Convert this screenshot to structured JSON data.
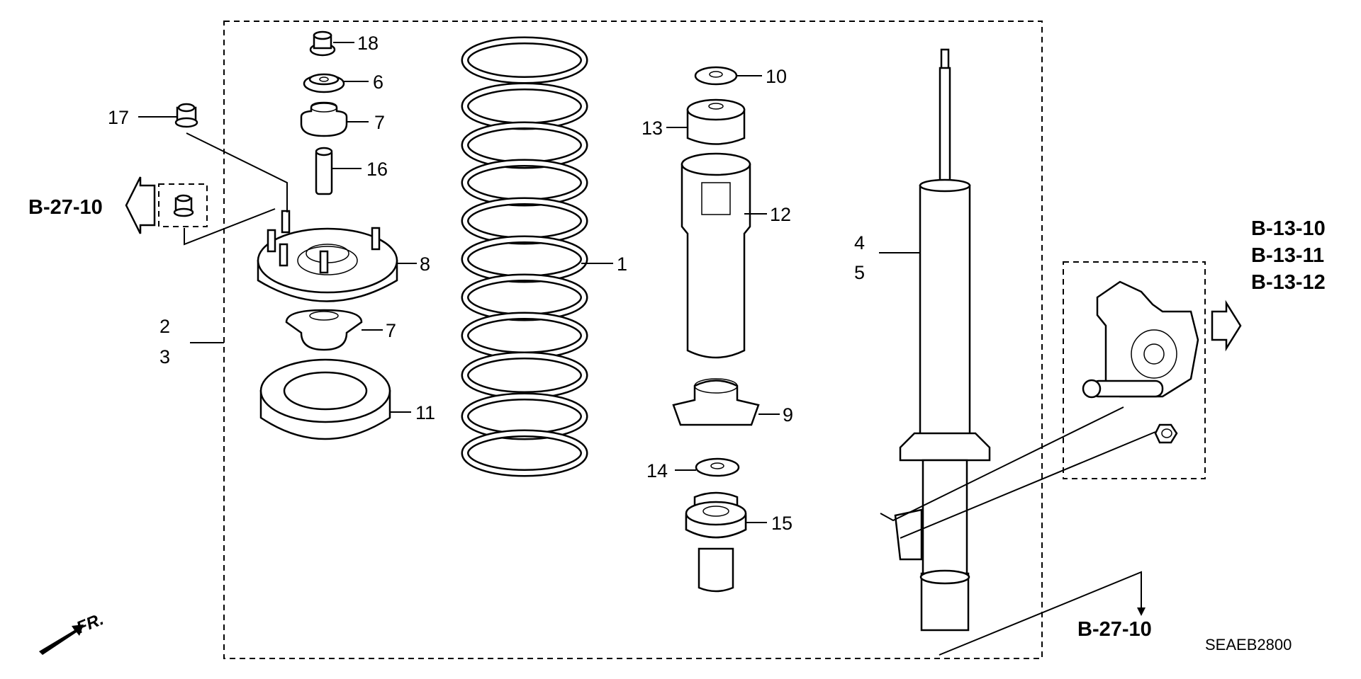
{
  "diagram_code": "SEAEB2800",
  "front_label": "FR.",
  "references": {
    "left": "B-27-10",
    "right": [
      "B-13-10",
      "B-13-11",
      "B-13-12"
    ],
    "bottom": "B-27-10"
  },
  "callouts": {
    "c1": "1",
    "c2": "2",
    "c3": "3",
    "c4": "4",
    "c5": "5",
    "c6": "6",
    "c7a": "7",
    "c7b": "7",
    "c8": "8",
    "c9": "9",
    "c10": "10",
    "c11": "11",
    "c12": "12",
    "c13": "13",
    "c14": "14",
    "c15": "15",
    "c16": "16",
    "c17": "17",
    "c18": "18"
  }
}
